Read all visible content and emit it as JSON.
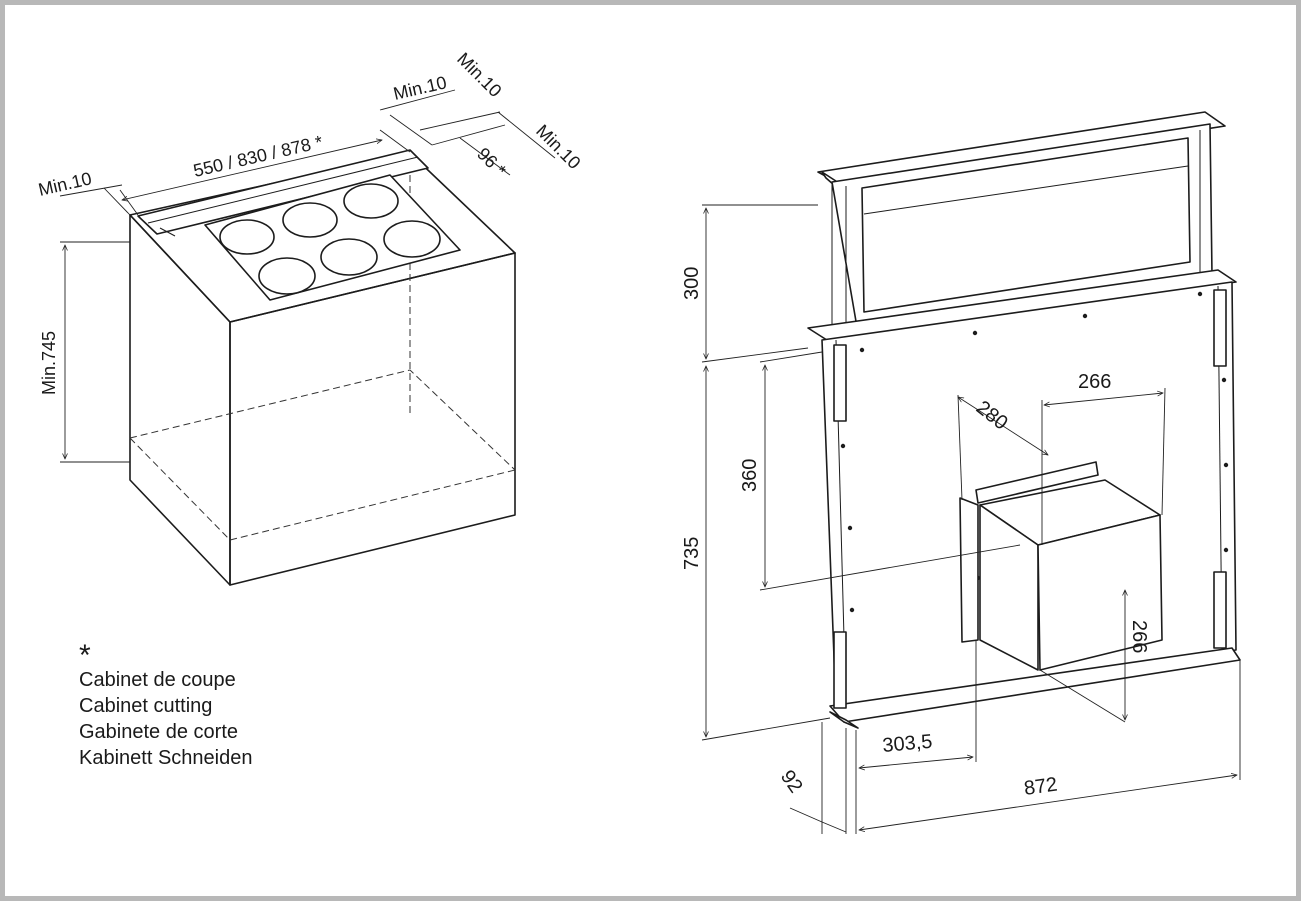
{
  "left_view": {
    "labels": {
      "top_width": "550 / 830 / 878 *",
      "min_left": "Min.10",
      "min_top_a": "Min.10",
      "min_top_b": "Min.10",
      "min_right": "Min.10",
      "slot_depth": "96 *",
      "min_height": "Min.745"
    }
  },
  "right_view": {
    "labels": {
      "upper_height": "300",
      "total_height": "735",
      "duct_height_left": "360",
      "duct_depth": "280",
      "duct_width": "266",
      "duct_height_right": "266",
      "offset": "303,5",
      "width": "872",
      "base_depth": "92"
    }
  },
  "legend": {
    "marker": "*",
    "lines": [
      "Cabinet de coupe",
      "Cabinet cutting",
      "Gabinete de corte",
      "Kabinett  Schneiden"
    ]
  }
}
